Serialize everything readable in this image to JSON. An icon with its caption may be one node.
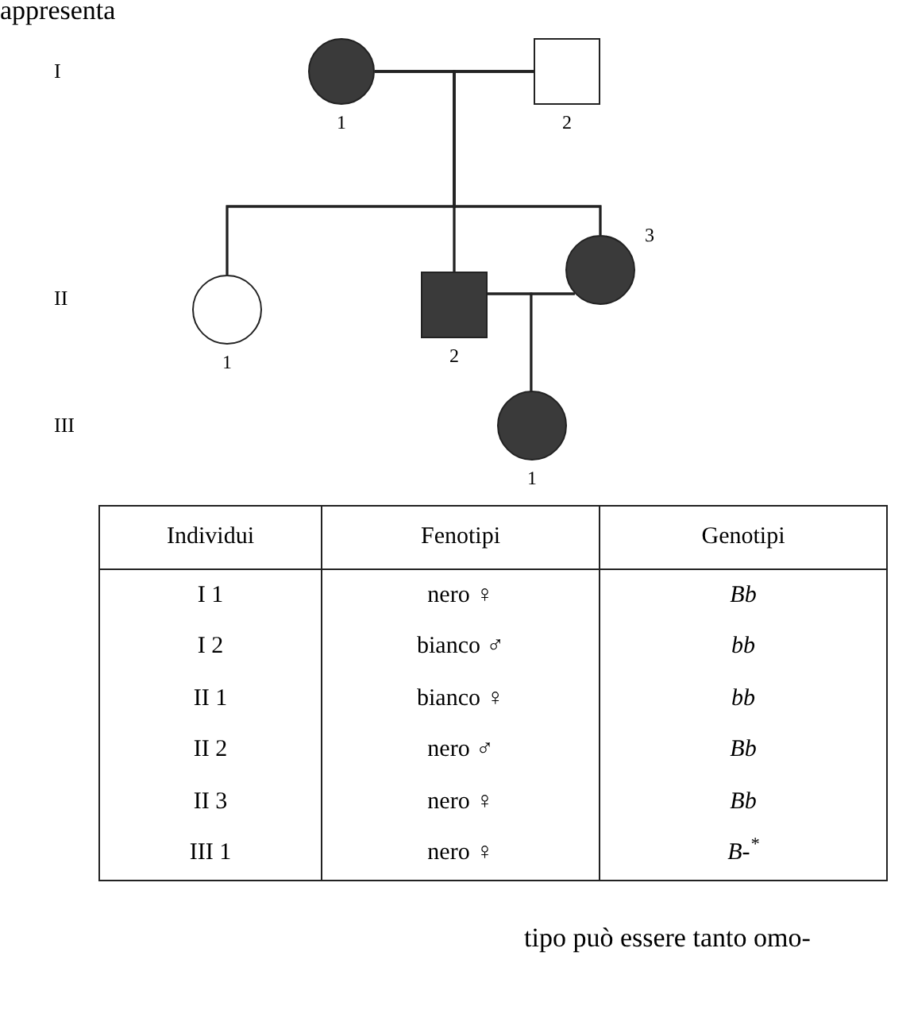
{
  "diagram": {
    "nodes": [
      {
        "text": [],
        "shape": "circle",
        "beside": [
          "1"
        ]
      },
      {
        "text": [],
        "shape": "box",
        "beside": [
          "2"
        ]
      },
      {
        "text": [],
        "shape": "circle",
        "beside": [
          "1"
        ]
      },
      {
        "text": [],
        "shape": "box",
        "beside": [
          "2"
        ]
      },
      {
        "text": [],
        "shape": "circle",
        "beside": [
          "3"
        ]
      },
      {
        "text": [],
        "shape": "circle",
        "beside": [
          "1"
        ]
      }
    ],
    "edges": [
      {
        "from": 0,
        "to": 1,
        "arrow": "none"
      },
      {
        "from": 0,
        "to": 2,
        "arrow": "none"
      },
      {
        "from": 0,
        "to": 3,
        "arrow": "none"
      },
      {
        "from": 0,
        "to": 4,
        "arrow": "none"
      },
      {
        "from": 1,
        "to": 2,
        "arrow": "none"
      },
      {
        "from": 1,
        "to": 3,
        "arrow": "none"
      },
      {
        "from": 1,
        "to": 4,
        "arrow": "none"
      },
      {
        "from": 3,
        "to": 4,
        "arrow": "none"
      },
      {
        "from": 3,
        "to": 5,
        "arrow": "none"
      },
      {
        "from": 4,
        "to": 5,
        "arrow": "none"
      }
    ],
    "labels": [
      "appresenta",
      "I",
      "II",
      "III",
      "Individui",
      "Fenotipi",
      "Genotipi",
      "I 1",
      "nero ♀",
      "Bb",
      "I 2",
      "bianco ♂",
      "bb",
      "II 1",
      "bianco ♀",
      "bb",
      "II 2",
      "nero ♂",
      "Bb",
      "II 3",
      "nero ♀",
      "Bb",
      "III 1",
      "nero ♀",
      "B-$^{*}$",
      "tipo può essere tanto omo-"
    ]
  }
}
